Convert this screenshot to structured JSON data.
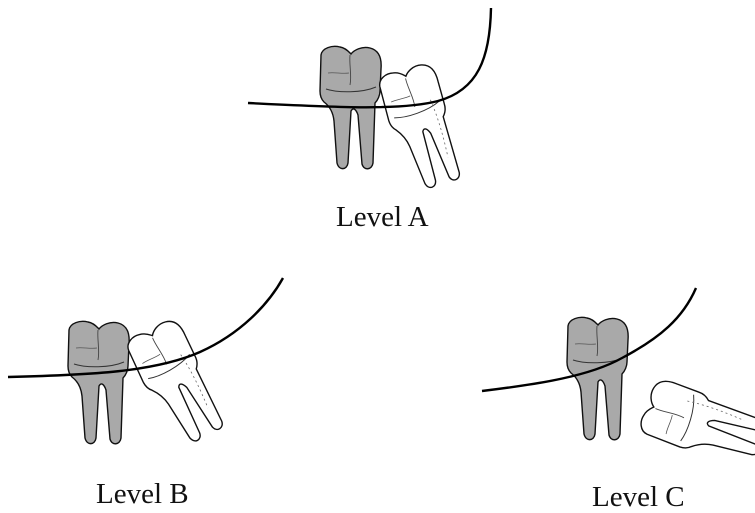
{
  "figure": {
    "panels": [
      {
        "id": "a",
        "label": "Level A"
      },
      {
        "id": "b",
        "label": "Level B"
      },
      {
        "id": "c",
        "label": "Level C"
      }
    ]
  },
  "colors": {
    "reference_tooth_fill": "#a9a9a9",
    "impacted_tooth_fill": "#ffffff",
    "outline": "#111111",
    "curve": "#000000"
  }
}
